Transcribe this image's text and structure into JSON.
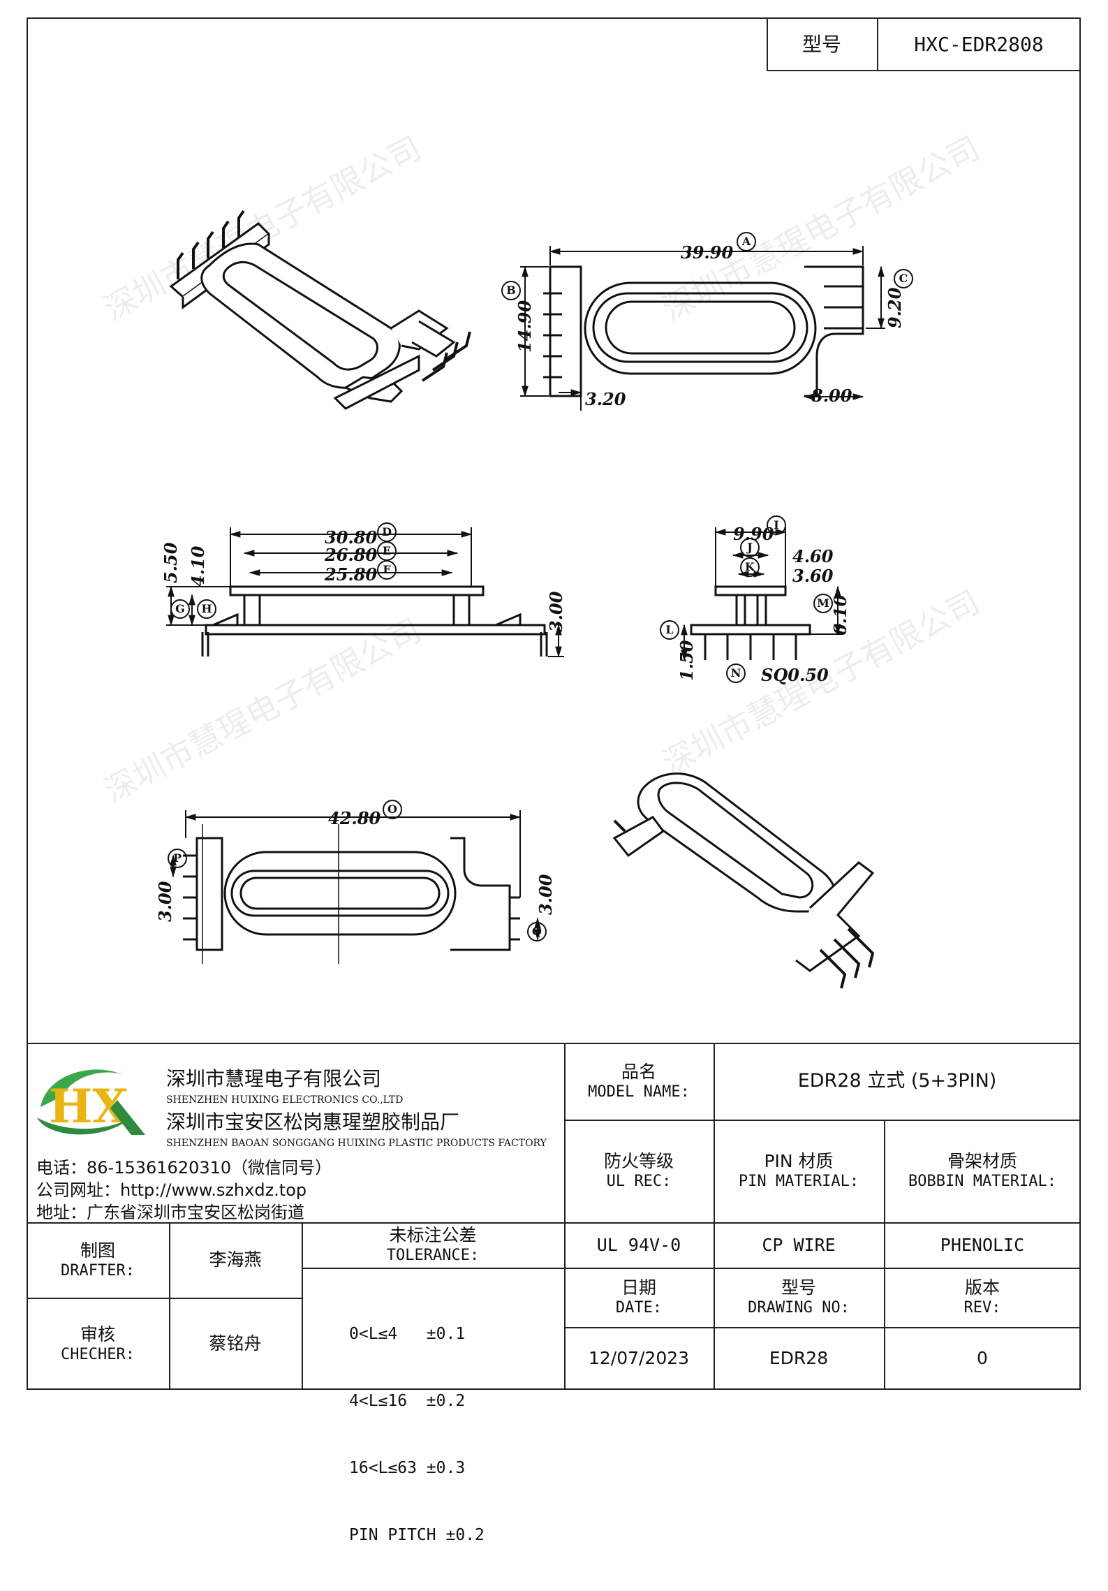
{
  "header": {
    "model_label": "型号",
    "model_value": "HXC-EDR2808"
  },
  "watermark": "深圳市慧瑆电子有限公司",
  "dims": {
    "d39_90": "39.90",
    "d14_90": "14.90",
    "d9_20": "9.20",
    "d3_20": "3.20",
    "d8_00": "8.00",
    "d30_80": "30.80",
    "d26_80": "26.80",
    "d25_80": "25.80",
    "d5_50": "5.50",
    "d4_10": "4.10",
    "d3_00a": "3.00",
    "d9_90": "9.90",
    "d4_60": "4.60",
    "d3_60": "3.60",
    "d6_10": "6.10",
    "d1_50": "1.50",
    "sq0_50": "SQ0.50",
    "d42_80": "42.80",
    "d3_00b": "3.00",
    "d3_00c": "3.00"
  },
  "balloons": {
    "A": "A",
    "B": "B",
    "C": "C",
    "D": "D",
    "E": "E",
    "F": "F",
    "G": "G",
    "H": "H",
    "I": "I",
    "J": "J",
    "K": "K",
    "L": "L",
    "M": "M",
    "N": "N",
    "O": "O",
    "P": "P",
    "Q": "Q"
  },
  "company": {
    "logo_text": "HX",
    "name_cn": "深圳市慧瑆电子有限公司",
    "name_en": "SHENZHEN HUIXING ELECTRONICS CO.,LTD",
    "factory_cn": "深圳市宝安区松岗惠瑆塑胶制品厂",
    "factory_en": "SHENZHEN BAOAN SONGGANG HUIXING PLASTIC PRODUCTS FACTORY",
    "phone": "电话：86-15361620310（微信同号）",
    "website": "公司网址：http://www.szhxdz.top",
    "address": "地址：广东省深圳市宝安区松岗街道"
  },
  "title_block": {
    "model_name_cn": "品名",
    "model_name_en": "MODEL NAME:",
    "model_name_value": "EDR28 立式 (5+3PIN)",
    "fire_cn": "防火等级",
    "fire_en": "UL REC:",
    "pin_mat_cn": "PIN 材质",
    "pin_mat_en": "PIN MATERIAL:",
    "bobbin_mat_cn": "骨架材质",
    "bobbin_mat_en": "BOBBIN MATERIAL:",
    "fire_value": "UL 94V-0",
    "pin_value": "CP WIRE",
    "bobbin_value": "PHENOLIC",
    "date_cn": "日期",
    "date_en": "DATE:",
    "drawing_cn": "型号",
    "drawing_en": "DRAWING NO:",
    "rev_cn": "版本",
    "rev_en": "REV:",
    "date_value": "12/07/2023",
    "drawing_value": "EDR28",
    "rev_value": "0",
    "drafter_cn": "制图",
    "drafter_en": "DRAFTER:",
    "drafter_value": "李海燕",
    "checker_cn": "审核",
    "checker_en": "CHECHER:",
    "checker_value": "蔡铭舟",
    "tol_cn": "未标注公差",
    "tol_en": "TOLERANCE:",
    "tol_lines": [
      "0<L≤4   ±0.1",
      "4<L≤16  ±0.2",
      "16<L≤63 ±0.3",
      "PIN PITCH ±0.2"
    ]
  }
}
